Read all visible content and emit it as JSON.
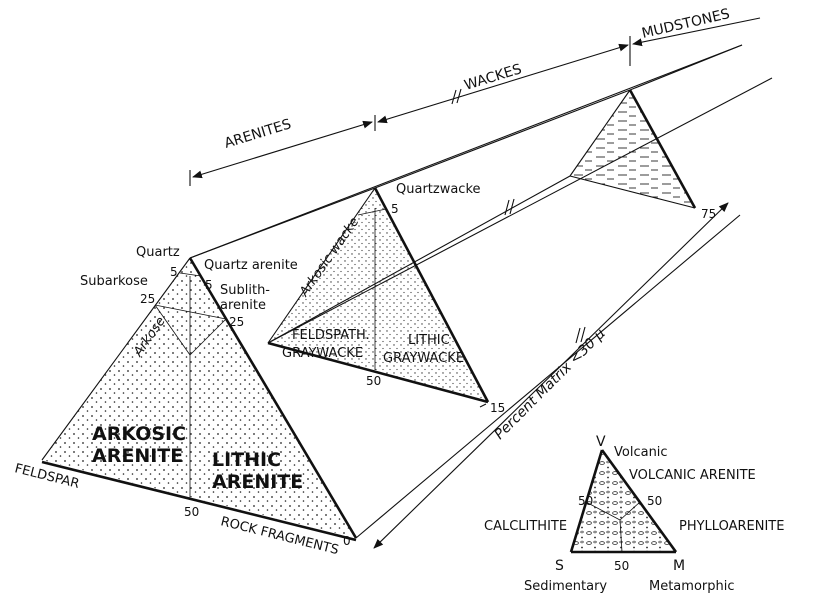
{
  "groups": {
    "arenites": "ARENITES",
    "wackes": "WACKES",
    "mudstones": "MUDSTONES"
  },
  "axis": {
    "matrix_label": "Percent Matrix <30 μ",
    "matrix_ticks": [
      "0",
      "15",
      "75"
    ]
  },
  "arenite_triangle": {
    "apex": "Quartz",
    "left_corner": "FELDSPAR",
    "right_corner": "ROCK FRAGMENTS",
    "fields": {
      "quartz_arenite": "Quartz arenite",
      "subarkose": "Subarkose",
      "sublitharenite_1": "Sublith-",
      "sublitharenite_2": "arenite",
      "arkose": "Arkose",
      "arkosic_arenite_1": "ARKOSIC",
      "arkosic_arenite_2": "ARENITE",
      "lithic_arenite_1": "LITHIC",
      "lithic_arenite_2": "ARENITE"
    },
    "ticks": {
      "left_5": "5",
      "right_5": "5",
      "left_25": "25",
      "right_25": "25",
      "base_50": "50"
    }
  },
  "wacke_triangle": {
    "apex": "Quartzwacke",
    "tick_5": "5",
    "tick_50": "50",
    "fields": {
      "arkosic_wacke": "Arkosic wacke",
      "feldspath_1": "FELDSPATH.",
      "feldspath_2": "GRAYWACKE",
      "lithic_1": "LITHIC",
      "lithic_2": "GRAYWACKE"
    }
  },
  "rock_fragment_triangle": {
    "apex_letter": "V",
    "apex_label": "Volcanic",
    "apex_field": "VOLCANIC ARENITE",
    "left_letter": "S",
    "left_label": "Sedimentary",
    "left_field": "CALCLITHITE",
    "right_letter": "M",
    "right_label": "Metamorphic",
    "right_field": "PHYLLOARENITE",
    "tick_left_50": "50",
    "tick_right_50": "50",
    "tick_base_50": "50"
  }
}
